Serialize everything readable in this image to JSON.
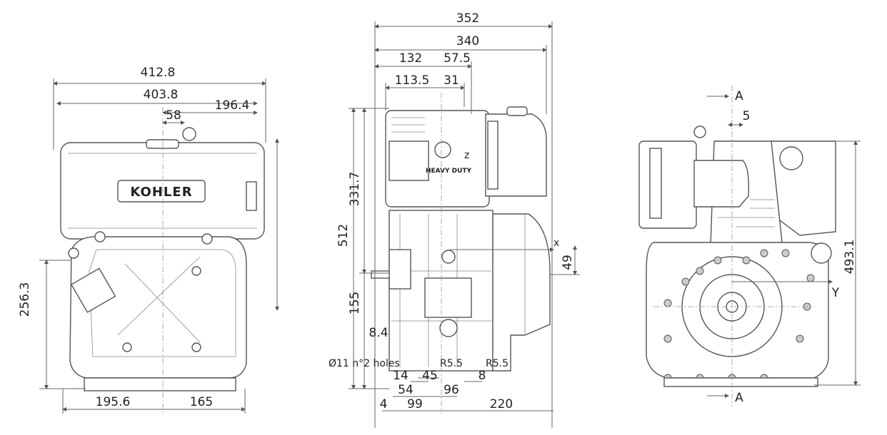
{
  "title": "Engine dimensional drawing",
  "front_view": {
    "logo": "KOHLER",
    "dims": {
      "overall_width": "412.8",
      "tank_width": "403.8",
      "right_offset": "196.4",
      "cap_offset": "58",
      "mount_height": "256.3",
      "base_left": "195.6",
      "base_right": "165"
    }
  },
  "side_view": {
    "dims": {
      "overall": "352",
      "width_340": "340",
      "d132": "132",
      "d57_5": "57.5",
      "d113_5": "113.5",
      "d31": "31",
      "height_512": "512",
      "height_331_7": "331.7",
      "height_155": "155",
      "d8_4": "8.4",
      "d49": "49",
      "holes": "Ø11 n°2 holes",
      "r1": "R5.5",
      "r2": "R5.5",
      "d14": "14",
      "d45": "45",
      "d8": "8",
      "d54": "54",
      "d96": "96",
      "d4": "4",
      "d99": "99",
      "d220": "220"
    },
    "axis_x": "x",
    "axis_z": "z",
    "heavy_duty": "HEAVY DUTY"
  },
  "rear_view": {
    "section_top": "A",
    "section_bottom": "A",
    "d5": "5",
    "height_493_1": "493.1",
    "axis_y": "Y"
  }
}
